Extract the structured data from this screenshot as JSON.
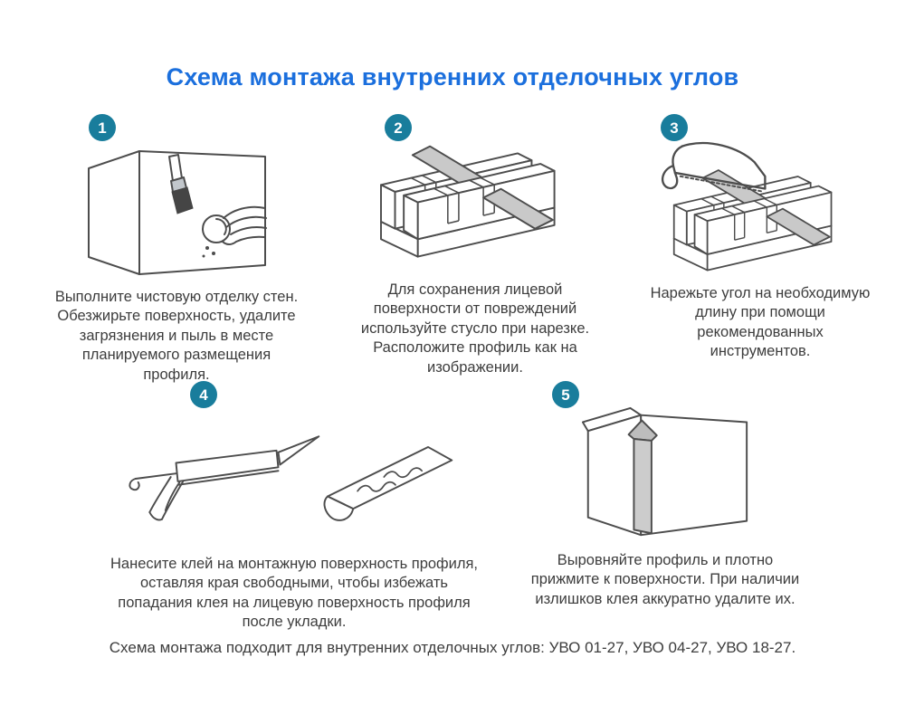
{
  "title": "Схема монтажа внутренних отделочных углов",
  "steps": [
    {
      "number": "1",
      "text": "Выполните чистовую отделку стен. Обезжирьте поверхность, удалите загрязнения и пыль в месте планируемого размещения профиля."
    },
    {
      "number": "2",
      "text": "Для сохранения лицевой поверхности от повреждений используйте стусло при нарезке. Расположите профиль как на изображении."
    },
    {
      "number": "3",
      "text": "Нарежьте угол на необходимую длину при помощи рекомендованных инструментов."
    },
    {
      "number": "4",
      "text": "Нанесите клей на монтажную поверхность профиля, оставляя края свободными, чтобы избежать попадания клея на лицевую поверхность профиля после укладки."
    },
    {
      "number": "5",
      "text": "Выровняйте профиль и плотно прижмите к поверхности. При наличии излишков клея аккуратно удалите их."
    }
  ],
  "footer": "Схема монтажа подходит для внутренних отделочных углов: УВО 01-27, УВО 04-27, УВО 18-27.",
  "colors": {
    "title_blue": "#1b6fdd",
    "badge_teal": "#197d9c",
    "profile_gray": "#c9c9c9",
    "line_gray": "#4d4d4d"
  }
}
